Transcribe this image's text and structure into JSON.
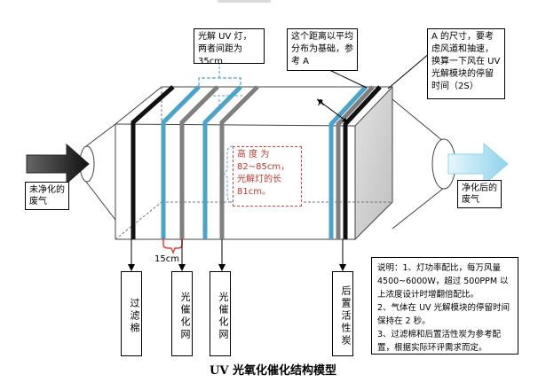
{
  "callouts": {
    "lamp_spacing": "光解 UV 灯，两者间距为 35cm",
    "distance": "这个距离以平均分布为基础，参考 A",
    "size_a": "A 的尺寸，要考虑风道和抽速，换算一下风在 UV 光解模块的停留时间（2S）",
    "height": "高 度 为 82~85cm，光解灯的长 81cm。",
    "dim_a": "A",
    "dim_15cm": "15cm"
  },
  "inlet_label": "未净化的废气",
  "outlet_label": "净化后的废气",
  "components": [
    {
      "label": "过滤棉"
    },
    {
      "label": "光催化网"
    },
    {
      "label": "光催化网"
    },
    {
      "label": "后置活性炭"
    }
  ],
  "notes": [
    "说明：1、灯功率配比，每万风量4500~6000W，超过 500PPM 以上浓度设计时增翻倍配比。",
    "2、气体在 UV 光解模块的停留时间保持在 2 秒。",
    "3、过滤棉和后置活性炭为参考配置，根据实际环评需求而定。"
  ],
  "caption": "UV  光氧化催化结构模型",
  "colors": {
    "uv_lamp": "#4aa3c8",
    "catalyst_net": "#7f7f7f",
    "filter_and_carbon": "#111111",
    "outlet_arrow": "#a8dff0",
    "inlet_arrow": "#2b2b2b",
    "annotation_red": "#e0403a"
  }
}
